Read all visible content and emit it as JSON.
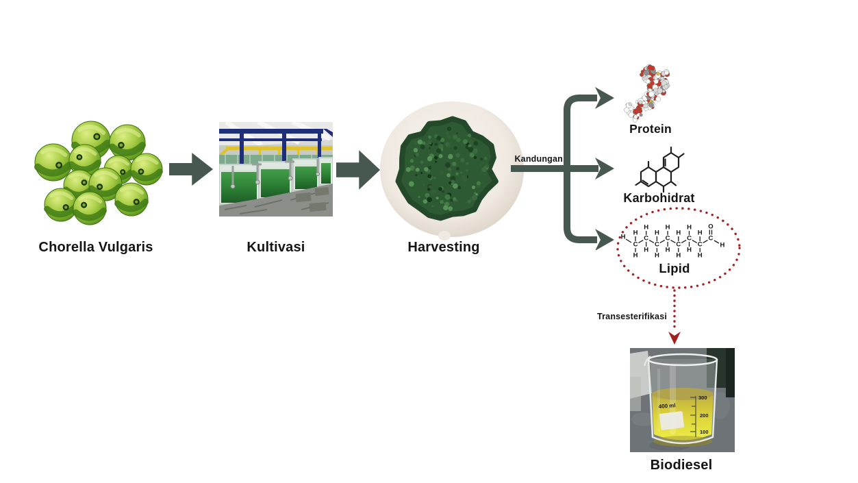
{
  "diagram": {
    "type": "process-flow",
    "subject": "Chlorella vulgaris microalgae to biodiesel pathway",
    "nodes": [
      "Chorella Vulgaris",
      "Kultivasi",
      "Harvesting",
      "Protein",
      "Karbohidrat",
      "Lipid",
      "Biodiesel"
    ],
    "flow": [
      {
        "from": "Chorella Vulgaris",
        "to": "Kultivasi"
      },
      {
        "from": "Kultivasi",
        "to": "Harvesting"
      },
      {
        "from": "Harvesting",
        "to": "Protein",
        "label": "Kandungan"
      },
      {
        "from": "Harvesting",
        "to": "Karbohidrat",
        "label": "Kandungan"
      },
      {
        "from": "Harvesting",
        "to": "Lipid",
        "label": "Kandungan"
      },
      {
        "from": "Lipid",
        "to": "Biodiesel",
        "label": "Transesterifikasi"
      }
    ]
  },
  "labels": {
    "chlorella": "Chorella Vulgaris",
    "kultivasi": "Kultivasi",
    "harvesting": "Harvesting",
    "kandungan": "Kandungan",
    "protein": "Protein",
    "karbohidrat": "Karbohidrat",
    "lipid": "Lipid",
    "transesterifikasi": "Transesterifikasi",
    "biodiesel": "Biodiesel"
  },
  "beaker": {
    "volume_label": "400 ml",
    "graduations": [
      "300",
      "200",
      "100"
    ]
  },
  "molecule": {
    "carbon": "C",
    "hydrogen": "H",
    "oxygen": "O",
    "chain_carbon_count": 8,
    "description": "aldehyde-terminated hydrocarbon chain inside red dotted ellipse"
  },
  "colors": {
    "arrow": "#46584f",
    "accent_red": "#a32020",
    "text": "#141414",
    "algae_green": "#7ab32a",
    "paste_green": "#2d5a33",
    "biodiesel_yellow": "#d8cb1e"
  }
}
